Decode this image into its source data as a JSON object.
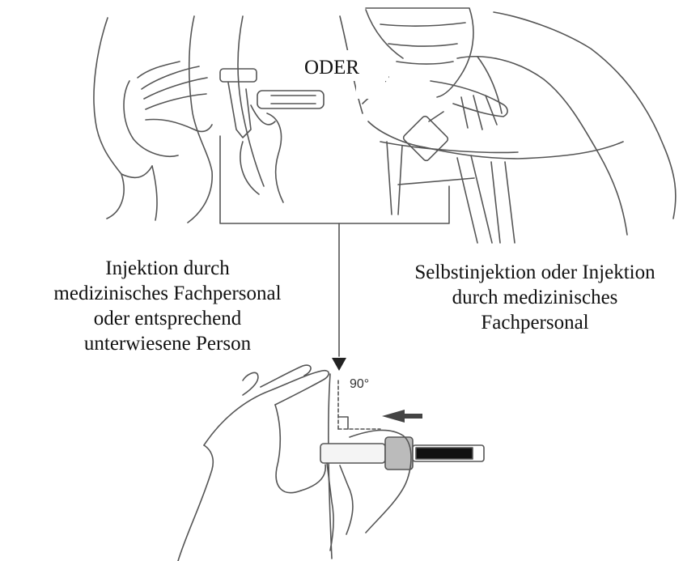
{
  "separator_label": "ODER",
  "left_caption": [
    "Injektion durch",
    "medizinisches Fachpersonal",
    "oder entsprechend",
    "unterwiesene Person"
  ],
  "right_caption": [
    "Selbstinjektion oder Injektion",
    "durch medizinisches",
    "Fachpersonal"
  ],
  "angle_label": "90°",
  "colors": {
    "line": "#555555",
    "fill_dark": "#222222",
    "shade": "#dddddd",
    "arrow": "#444444"
  }
}
